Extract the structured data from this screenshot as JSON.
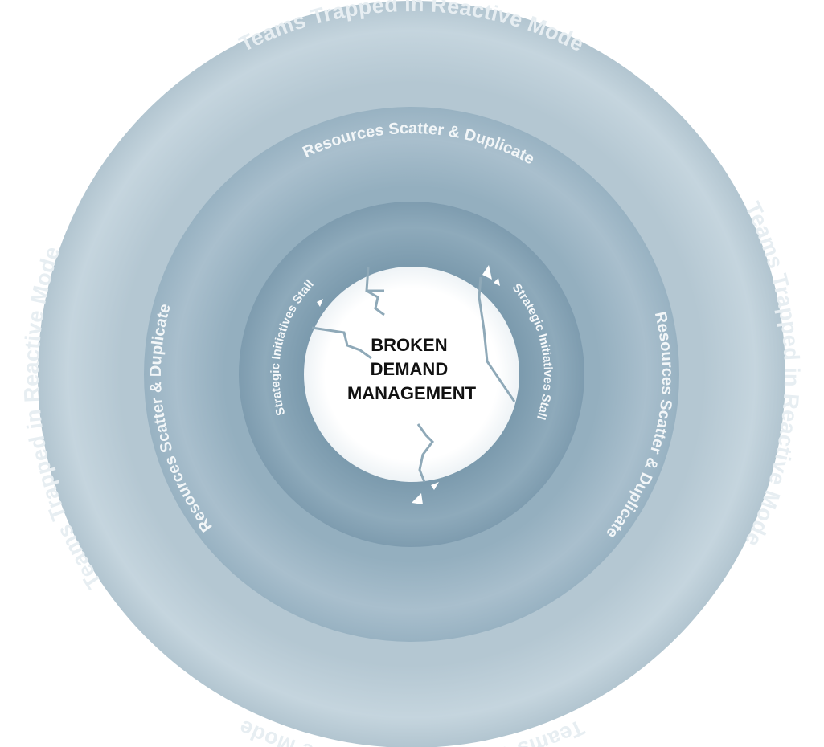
{
  "center": {
    "lines": [
      "BROKEN",
      "DEMAND",
      "MANAGEMENT"
    ]
  },
  "rings": {
    "outer": {
      "label_top": "Teams Trapped in Reactive Mode",
      "label_right": "Teams Trapped in Reactive Mode",
      "label_bottom": "Teams Trapped in Reactive Mode",
      "label_left": "Teams Trapped in Reactive Mode"
    },
    "middle": {
      "label_top": "Resources Scatter & Duplicate",
      "label_right": "Resources Scatter & Duplicate",
      "label_left": "Resources Scatter & Duplicate"
    },
    "inner": {
      "label_right": "Strategic Initiatives Stall",
      "label_left": "Strategic Initiatives Stall"
    }
  },
  "colors": {
    "outer_ring": "#c3d3dc",
    "middle_ring": "#a5bccb",
    "inner_ring": "#88a5b6",
    "core": "#ffffff",
    "crack": "#8fa9b8"
  }
}
